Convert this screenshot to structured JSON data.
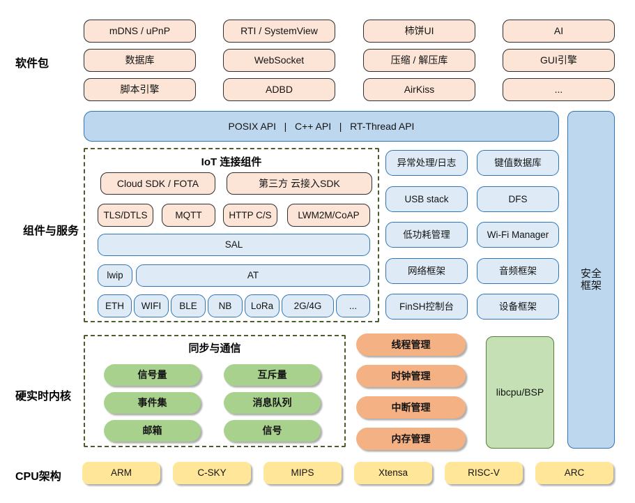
{
  "side_labels": {
    "packages": "软件包",
    "components": "组件与服务",
    "kernel": "硬实时内核",
    "cpu": "CPU架构"
  },
  "software_packages": [
    "mDNS / uPnP",
    "RTI / SystemView",
    "柿饼UI",
    "AI",
    "数据库",
    "WebSocket",
    "压缩 / 解压库",
    "GUI引擎",
    "脚本引擎",
    "ADBD",
    "AirKiss",
    "..."
  ],
  "api_bar": {
    "label": "POSIX API   |   C++ API   |   RT-Thread API"
  },
  "security_bar": {
    "label": "安全\n框架"
  },
  "iot_panel": {
    "title": "IoT 连接组件",
    "cloud_sdk": "Cloud SDK / FOTA",
    "third_party_sdk": "第三方 云接入SDK",
    "protocols": [
      "TLS/DTLS",
      "MQTT",
      "HTTP C/S",
      "LWM2M/CoAP"
    ],
    "sal": "SAL",
    "lwip": "lwip",
    "at": "AT",
    "links": [
      "ETH",
      "WIFI",
      "BLE",
      "NB",
      "LoRa",
      "2G/4G",
      "..."
    ]
  },
  "services": [
    "异常处理/日志",
    "键值数据库",
    "USB stack",
    "DFS",
    "低功耗管理",
    "Wi-Fi Manager",
    "网络框架",
    "音频框架",
    "FinSH控制台",
    "设备框架"
  ],
  "sync_panel": {
    "title": "同步与通信",
    "items": [
      "信号量",
      "互斥量",
      "事件集",
      "消息队列",
      "邮箱",
      "信号"
    ]
  },
  "kernel_management": [
    "线程管理",
    "时钟管理",
    "中断管理",
    "内存管理"
  ],
  "libcpu": {
    "label": "libcpu/BSP"
  },
  "cpu_archs": [
    "ARM",
    "C-SKY",
    "MIPS",
    "Xtensa",
    "RISC-V",
    "ARC"
  ],
  "colors": {
    "peach": "#fce4d6",
    "peach_border": "#2f2f2f",
    "blue_light": "#deebf7",
    "blue_bar": "#bdd7ee",
    "blue_border": "#2e75b6",
    "green_pill": "#a9d18e",
    "green_box": "#c5e0b4",
    "green_border": "#538135",
    "orange_pill": "#f4b183",
    "yellow_box": "#ffe699",
    "dash": "#4d5b2f"
  }
}
